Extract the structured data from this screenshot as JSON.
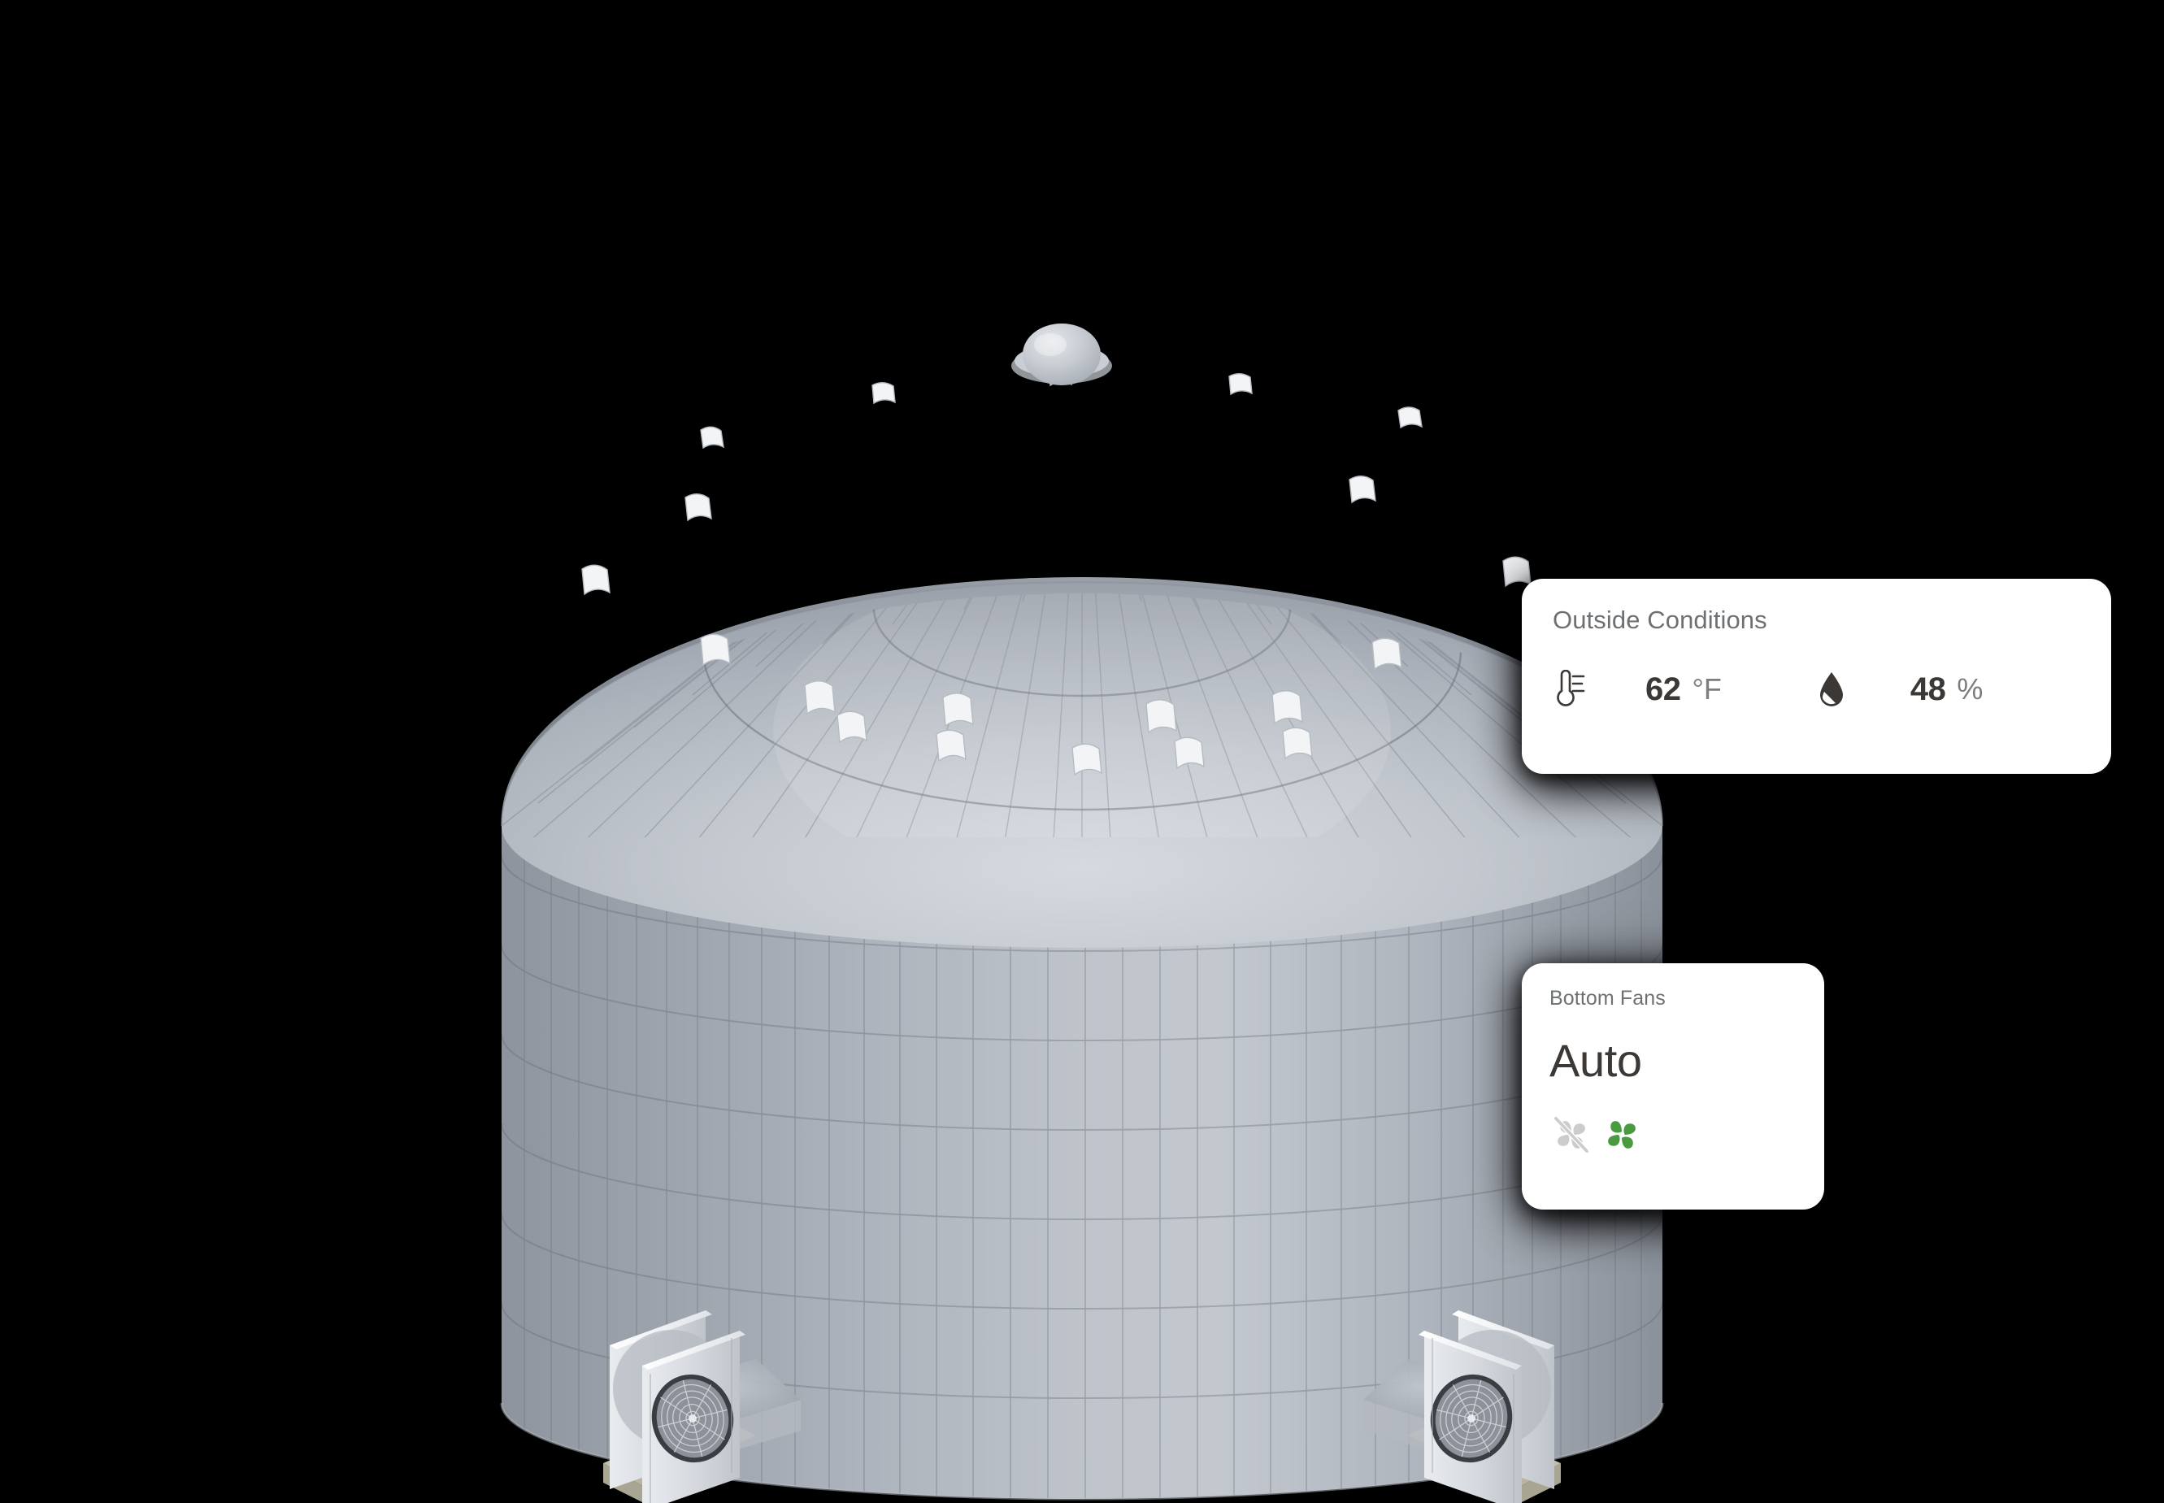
{
  "scene": {
    "background_color": "#000000",
    "subject": "grain-bin-silo",
    "structure": {
      "name": "Grain Bin",
      "roof": {
        "color": "#b9bec6",
        "vent_count": 20,
        "cap": "peak-cap"
      },
      "body": {
        "color": "#aab0b9",
        "corrugation": "vertical",
        "ring_count": 7
      },
      "equipment": [
        {
          "name": "bottom-fan-left",
          "type": "aeration-fan",
          "state": "off"
        },
        {
          "name": "bottom-fan-right",
          "type": "aeration-fan",
          "state": "on"
        }
      ]
    }
  },
  "cards": {
    "outside": {
      "title": "Outside Conditions",
      "temperature": {
        "icon": "thermometer-icon",
        "value": "62",
        "unit": "°F"
      },
      "humidity": {
        "icon": "water-drop-icon",
        "value": "48",
        "unit": "%"
      }
    },
    "fans": {
      "title": "Bottom Fans",
      "mode": "Auto",
      "indicators": [
        {
          "icon": "fan-off-icon",
          "state": "off",
          "color": "#cccccc"
        },
        {
          "icon": "fan-on-icon",
          "state": "on",
          "color": "#4a9b3f"
        }
      ]
    }
  },
  "colors": {
    "card_background": "#ffffff",
    "title_text": "#6e7174",
    "value_text": "#3b3836",
    "unit_text": "#7b7e80",
    "fan_active": "#4a9b3f",
    "fan_inactive": "#cccccc",
    "silo_light": "#c7ccd3",
    "silo_mid": "#aab0b9",
    "silo_dark": "#8f959e",
    "pad": "#cfc9b4"
  }
}
